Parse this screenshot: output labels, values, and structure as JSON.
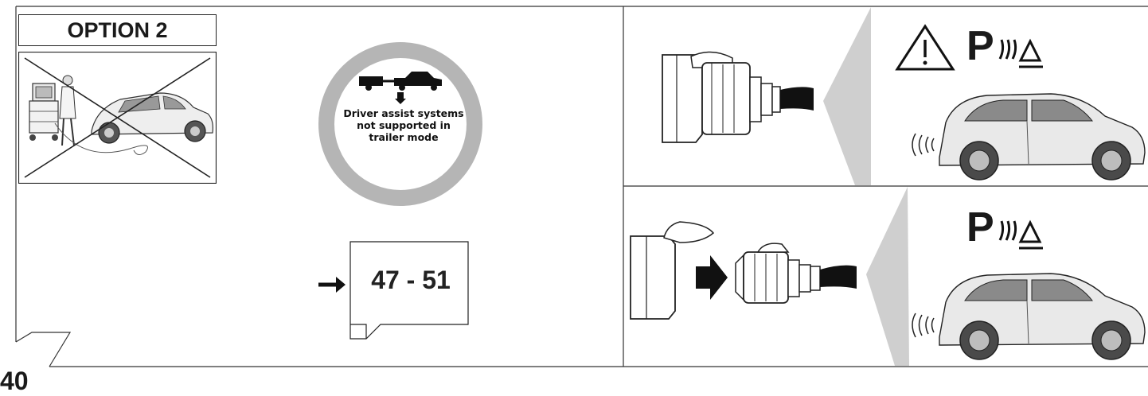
{
  "option_label": "OPTION 2",
  "notice_text": [
    "Driver assist systems",
    "not supported in",
    "trailer mode"
  ],
  "page_reference": "47 - 51",
  "page_number": "40",
  "park_assist": {
    "top_symbol": "P",
    "bottom_symbol": "P"
  },
  "icons": {
    "warning": "warning-triangle-icon",
    "park_sensor": "park-sensor-icon",
    "arrow": "right-arrow-icon"
  },
  "colors": {
    "ring": "#b5b5b5",
    "ink": "#1a1a1a",
    "wedge": "#cfcfcf"
  }
}
